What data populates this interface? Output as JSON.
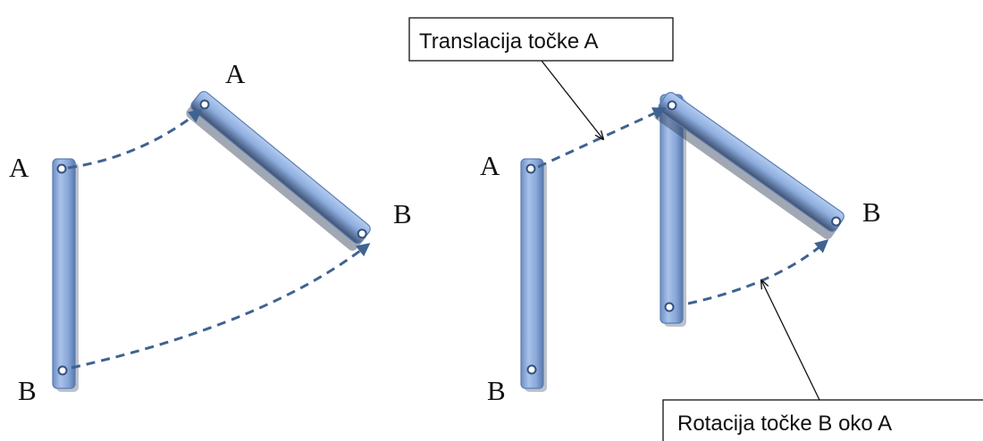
{
  "labels": {
    "left_top_a": "A",
    "left_moved_a": "A",
    "left_moved_b": "B",
    "left_bottom_b": "B",
    "right_top_a": "A",
    "right_moved_b": "B",
    "right_bottom_b": "B"
  },
  "callouts": {
    "translation": "Translacija točke A",
    "rotation": "Rotacija točke B oko A"
  },
  "colors": {
    "bar_fill": "#8eaee0",
    "bar_edge": "#5a7db2",
    "bar_shadow": "#3c4f70",
    "arrow": "#3f6391"
  }
}
